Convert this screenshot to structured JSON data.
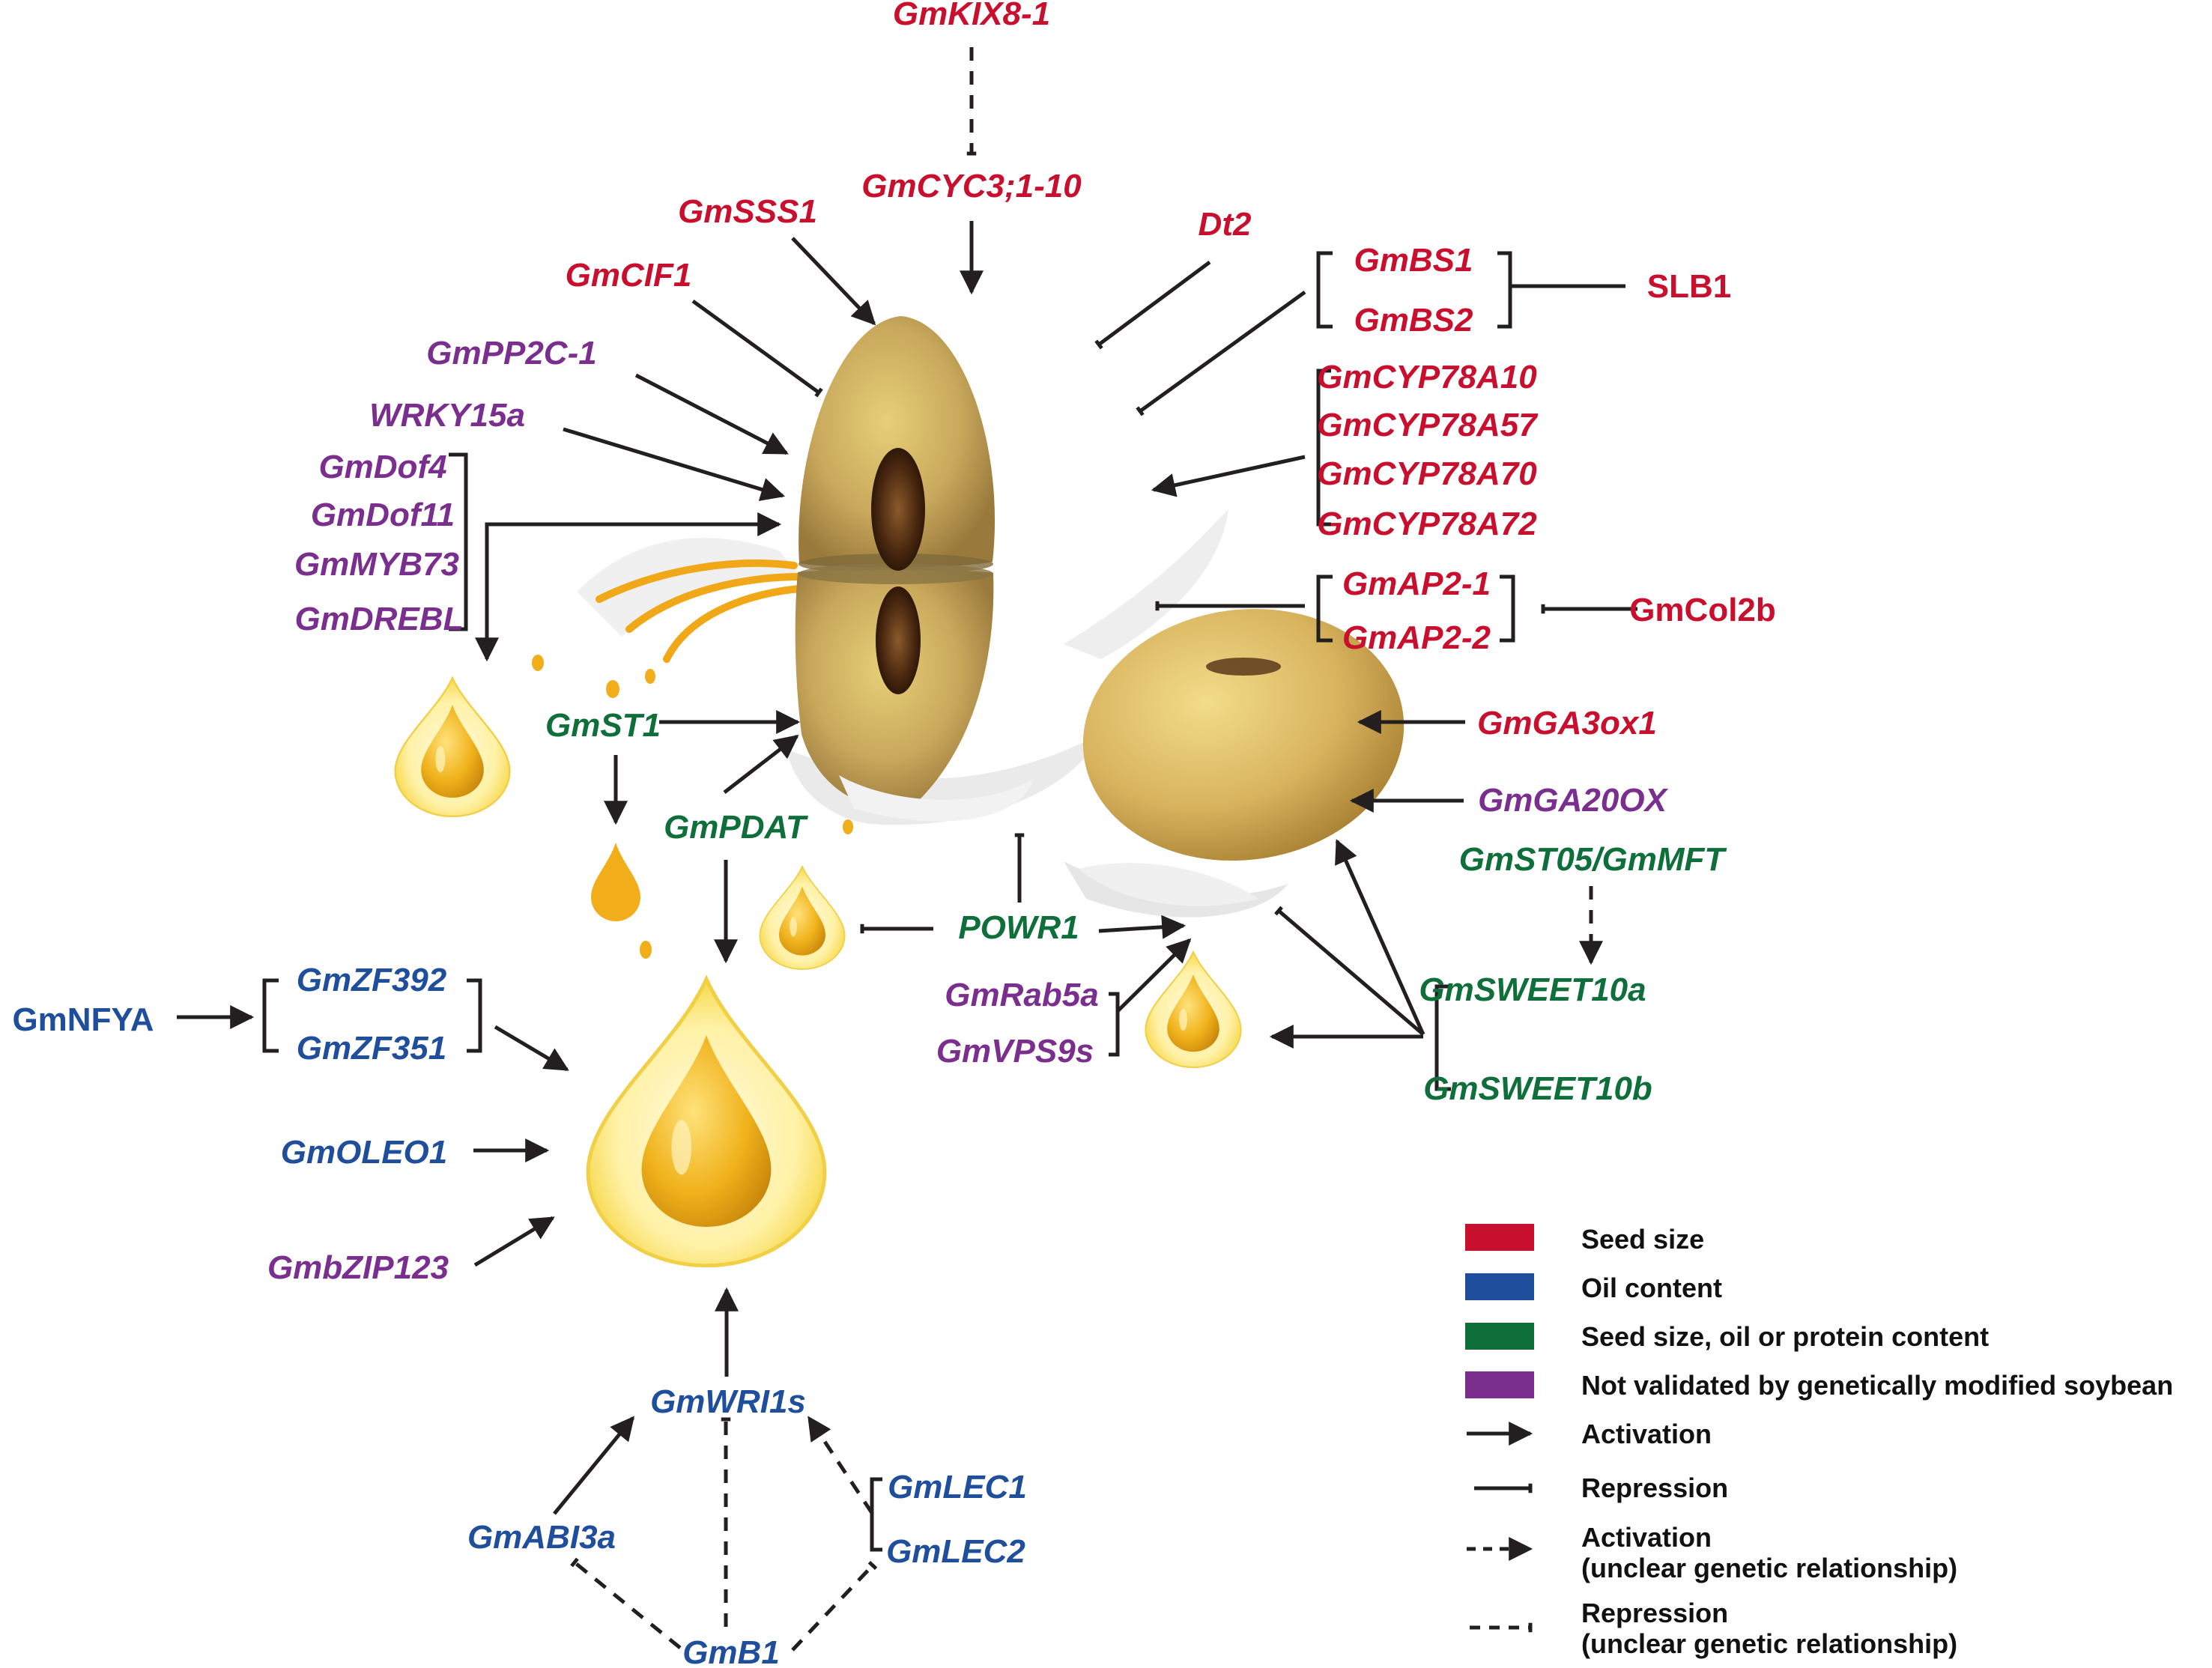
{
  "colors": {
    "seed_size": "#c8102e",
    "oil_content": "#1f4e9c",
    "multi": "#0f6f3a",
    "not_validated": "#7a2e8e",
    "line": "#231f20"
  },
  "genes": {
    "kix8": "GmKIX8-1",
    "cyc3": "GmCYC3;1-10",
    "sss1": "GmSSS1",
    "dt2": "Dt2",
    "cif1": "GmCIF1",
    "bs1": "GmBS1",
    "bs2": "GmBS2",
    "slb1": "SLB1",
    "pp2c": "GmPP2C-1",
    "wrky15a": "WRKY15a",
    "cyp10": "GmCYP78A10",
    "cyp57": "GmCYP78A57",
    "cyp70": "GmCYP78A70",
    "cyp72": "GmCYP78A72",
    "dof4": "GmDof4",
    "dof11": "GmDof11",
    "myb73": "GmMYB73",
    "drebl": "GmDREBL",
    "ap21": "GmAP2-1",
    "ap22": "GmAP2-2",
    "col2b": "GmCol2b",
    "st1": "GmST1",
    "ga3ox1": "GmGA3ox1",
    "pdat": "GmPDAT",
    "ga20ox": "GmGA20OX",
    "st05": "GmST05/GmMFT",
    "powr1": "POWR1",
    "rab5a": "GmRab5a",
    "vps9s": "GmVPS9s",
    "nfya": "GmNFYA",
    "zf392": "GmZF392",
    "zf351": "GmZF351",
    "sweet10a": "GmSWEET10a",
    "sweet10b": "GmSWEET10b",
    "oleo1": "GmOLEO1",
    "bzip123": "GmbZIP123",
    "wri1s": "GmWRI1s",
    "lec1": "GmLEC1",
    "lec2": "GmLEC2",
    "abi3a": "GmABI3a",
    "b1": "GmB1"
  },
  "legend": {
    "seed_size": "Seed size",
    "oil_content": "Oil content",
    "multi": "Seed size, oil or protein content",
    "not_validated": "Not validated by genetically modified soybean",
    "activation": "Activation",
    "repression": "Repression",
    "activation_unclear_1": "Activation",
    "activation_unclear_2": "(unclear genetic relationship)",
    "repression_unclear_1": "Repression",
    "repression_unclear_2": "(unclear genetic relationship)"
  }
}
